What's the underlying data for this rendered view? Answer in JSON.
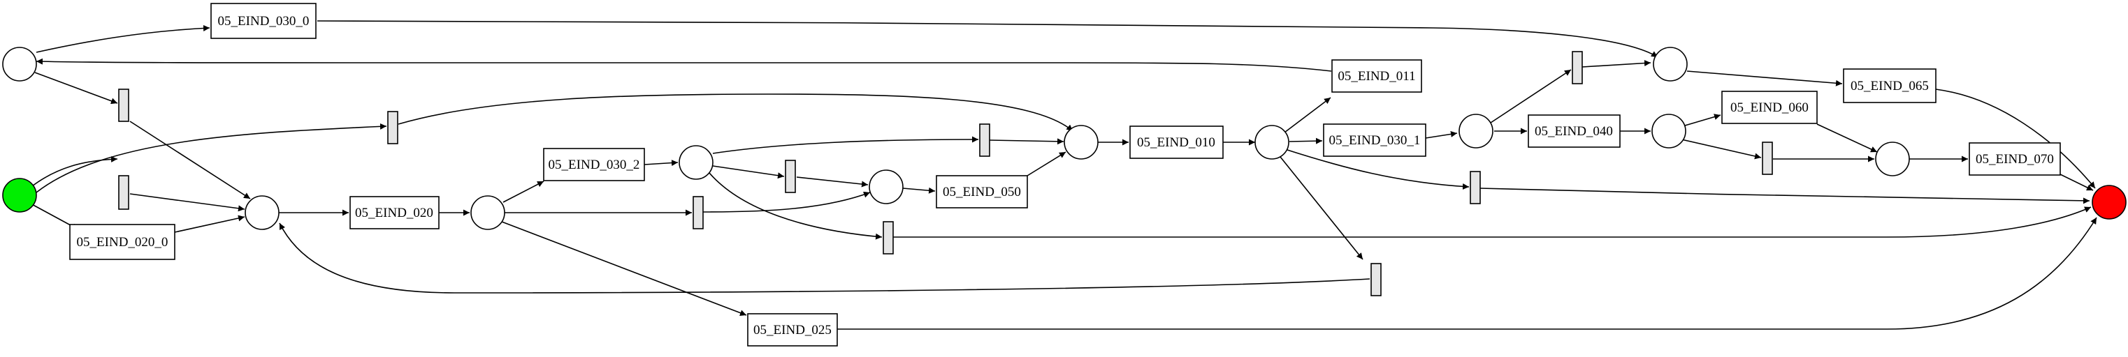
{
  "diagram": {
    "colors": {
      "start_place": "#00ee00",
      "end_place": "#ff0000",
      "silent_transition": "#e6e6e6",
      "stroke": "#000000"
    },
    "transitions": [
      {
        "id": "t_030_0",
        "label": "05_EIND_030_0"
      },
      {
        "id": "t_020_0",
        "label": "05_EIND_020_0"
      },
      {
        "id": "t_020",
        "label": "05_EIND_020"
      },
      {
        "id": "t_030_2",
        "label": "05_EIND_030_2"
      },
      {
        "id": "t_025",
        "label": "05_EIND_025"
      },
      {
        "id": "t_050",
        "label": "05_EIND_050"
      },
      {
        "id": "t_010",
        "label": "05_EIND_010"
      },
      {
        "id": "t_011",
        "label": "05_EIND_011"
      },
      {
        "id": "t_030_1",
        "label": "05_EIND_030_1"
      },
      {
        "id": "t_040",
        "label": "05_EIND_040"
      },
      {
        "id": "t_060",
        "label": "05_EIND_060"
      },
      {
        "id": "t_065",
        "label": "05_EIND_065"
      },
      {
        "id": "t_070",
        "label": "05_EIND_070"
      }
    ]
  }
}
